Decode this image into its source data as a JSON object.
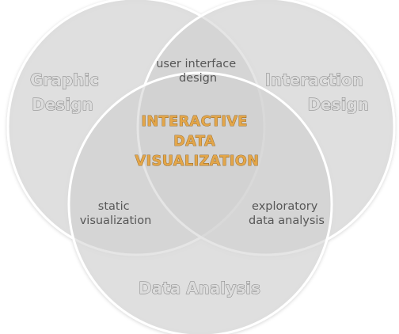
{
  "sets": {
    "graphic_design": [
      "Graphic",
      "Design"
    ],
    "interaction_design": [
      "Interaction",
      "Design"
    ],
    "data_analysis": "Data Analysis"
  },
  "overlaps": {
    "graphic_interaction": [
      "user interface",
      "design"
    ],
    "graphic_data": [
      "static",
      "visualization"
    ],
    "interaction_data": [
      "exploratory",
      "data analysis"
    ]
  },
  "center": [
    "INTERACTIVE",
    "DATA",
    "VISUALIZATION"
  ],
  "colors": {
    "circle_fill": "#cfcfcf",
    "circle_stroke": "#ffffff",
    "set_label_fill": "#dcdcdc",
    "set_label_stroke": "#7a7a7a",
    "overlap_label": "#575757",
    "center_label_fill": "#e3a64a",
    "center_label_stroke": "#8a5d1c"
  }
}
